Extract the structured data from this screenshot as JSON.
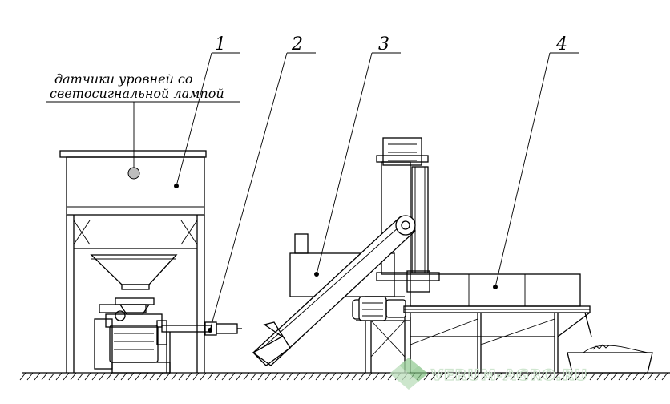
{
  "callouts": [
    {
      "id": "1",
      "label": "1"
    },
    {
      "id": "2",
      "label": "2"
    },
    {
      "id": "3",
      "label": "3"
    },
    {
      "id": "4",
      "label": "4"
    }
  ],
  "annotation": {
    "line1": "датчики уровней со",
    "line2": "светосигнальной лампой"
  },
  "watermark": {
    "text": "VERUM-AGRO.RU",
    "color": "#cfe6cf",
    "logo_color": "#7fbf7f"
  }
}
